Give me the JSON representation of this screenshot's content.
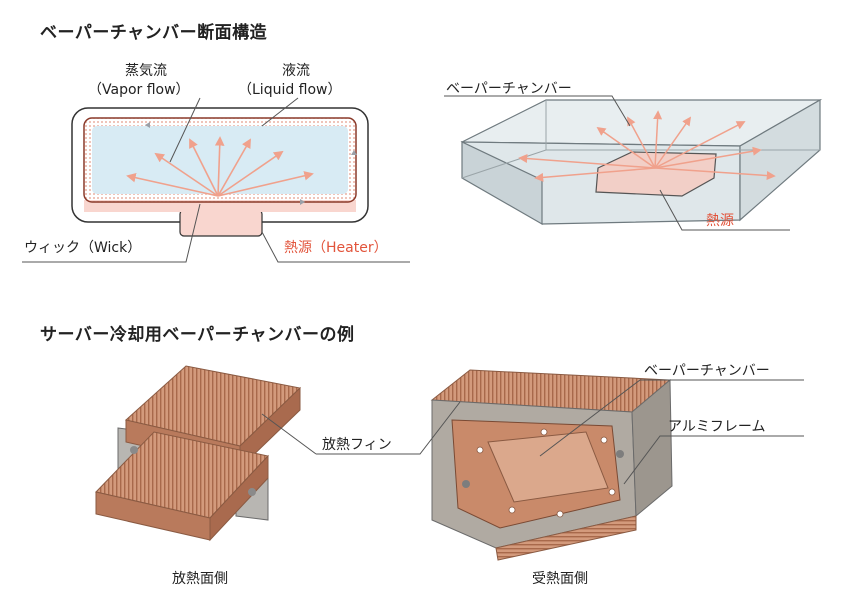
{
  "section1": {
    "title": "ベーパーチャンバー断面構造",
    "vapor_label": "蒸気流",
    "vapor_sub": "（Vapor flow）",
    "liquid_label": "液流",
    "liquid_sub": "（Liquid flow）",
    "wick_label": "ウィック（Wick）",
    "heater_label": "熱源（Heater）",
    "vc_label_3d": "ベーパーチャンバー",
    "heat_source_3d": "熱源"
  },
  "section2": {
    "title": "サーバー冷却用ベーパーチャンバーの例",
    "fin_label": "放熱フィン",
    "vc_label": "ベーパーチャンバー",
    "frame_label": "アルミフレーム",
    "caption_left": "放熱面側",
    "caption_right": "受熱面側"
  },
  "colors": {
    "arrow": "#f0a18c",
    "accent_red": "#e2543b",
    "vapor_fill": "#d8ebf4",
    "heater_fill": "#f9d6cf",
    "copper": "#c98a6a"
  }
}
